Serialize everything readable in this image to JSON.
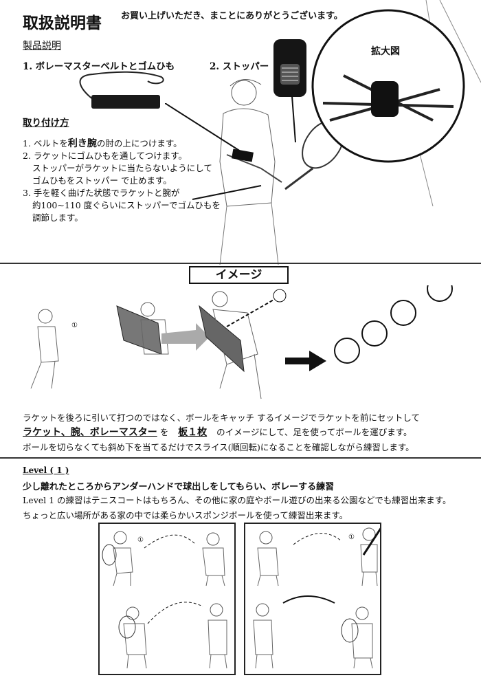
{
  "header": {
    "title": "取扱説明書",
    "greeting": "お買い上げいただき、まことにありがとうございます。"
  },
  "product": {
    "section": "製品説明",
    "item1": "1. ボレーマスターベルトとゴムひも",
    "item2": "2. ストッパー",
    "zoom_label": "拡大図"
  },
  "howto": {
    "heading": "取り付け方",
    "steps": [
      "1. ベルトを",
      "利き腕",
      "の肘の上につけます。",
      "2. ラケットにゴムひもを通してつけます。",
      "ストッパーがラケットに当たらないようにして",
      "ゴムひもをストッパー で止めます。",
      "3. 手を軽く曲げた状態でラケットと腕が",
      "約100~110 度ぐらいにストッパーでゴムひもを",
      "調節します。"
    ]
  },
  "image_section": {
    "heading": "イメージ",
    "marker": "①",
    "p1": "ラケットを後ろに引いて打つのではなく、ボールをキャッチ するイメージでラケットを前にセットして",
    "p2a": "ラケット、腕、ボレーマスター",
    "p2b": " を ",
    "p2c": "板１枚",
    "p2d": " のイメージにして、足を使ってボールを運びます。",
    "p3": "ボールを切らなくても斜め下を当てるだけでスライス(順回転)になることを確認しながら練習します。"
  },
  "level1": {
    "label": "Level ( 1 )",
    "headline": "少し離れたところからアンダーハンドで球出しをしてもらい、ボレーする練習",
    "body1": "Level 1 の練習はテニスコートはもちろん、その他に家の庭やボール遊びの出来る公園などでも練習出来ます。",
    "body2": "ちょっと広い場所がある家の中では柔らかいスポンジボールを使って練習出来ます。",
    "marker": "①"
  }
}
